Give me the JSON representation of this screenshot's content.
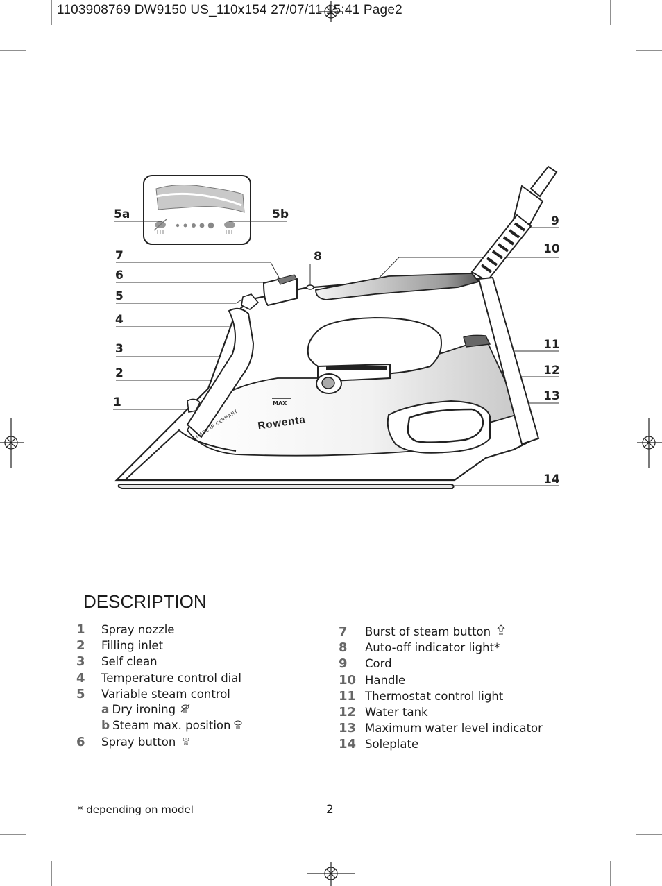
{
  "header": {
    "slug": "1103908769 DW9150 US_110x154  27/07/11  15:41  Page2"
  },
  "figure": {
    "callouts": {
      "c5a": "5a",
      "c5b": "5b",
      "c7": "7",
      "c6": "6",
      "c5": "5",
      "c4": "4",
      "c3": "3",
      "c2": "2",
      "c1": "1",
      "c8": "8",
      "c9": "9",
      "c10": "10",
      "c11": "11",
      "c12": "12",
      "c13": "13",
      "c14": "14"
    },
    "max_mark": "MAX",
    "brand": "Rowenta",
    "made_in": "MADE IN GERMANY"
  },
  "description": {
    "title": "DESCRIPTION",
    "left": [
      {
        "num": "1",
        "label": "Spray nozzle"
      },
      {
        "num": "2",
        "label": "Filling inlet"
      },
      {
        "num": "3",
        "label": "Self clean"
      },
      {
        "num": "4",
        "label": "Temperature control dial"
      },
      {
        "num": "5",
        "label": "Variable steam control"
      },
      {
        "letter": "a",
        "label": "Dry ironing",
        "icon": "dry-ironing-icon"
      },
      {
        "letter": "b",
        "label": "Steam max. position",
        "icon": "steam-max-icon"
      },
      {
        "num": "6",
        "label": "Spray button",
        "icon": "spray-icon"
      }
    ],
    "right": [
      {
        "num": "7",
        "label": "Burst of steam button",
        "icon": "steam-burst-icon"
      },
      {
        "num": "8",
        "label": "Auto-off indicator light*"
      },
      {
        "num": "9",
        "label": "Cord"
      },
      {
        "num": "10",
        "label": "Handle"
      },
      {
        "num": "11",
        "label": "Thermostat control light"
      },
      {
        "num": "12",
        "label": "Water tank"
      },
      {
        "num": "13",
        "label": "Maximum water level indicator"
      },
      {
        "num": "14",
        "label": "Soleplate"
      }
    ]
  },
  "footnote": "* depending on model",
  "page_number": "2"
}
